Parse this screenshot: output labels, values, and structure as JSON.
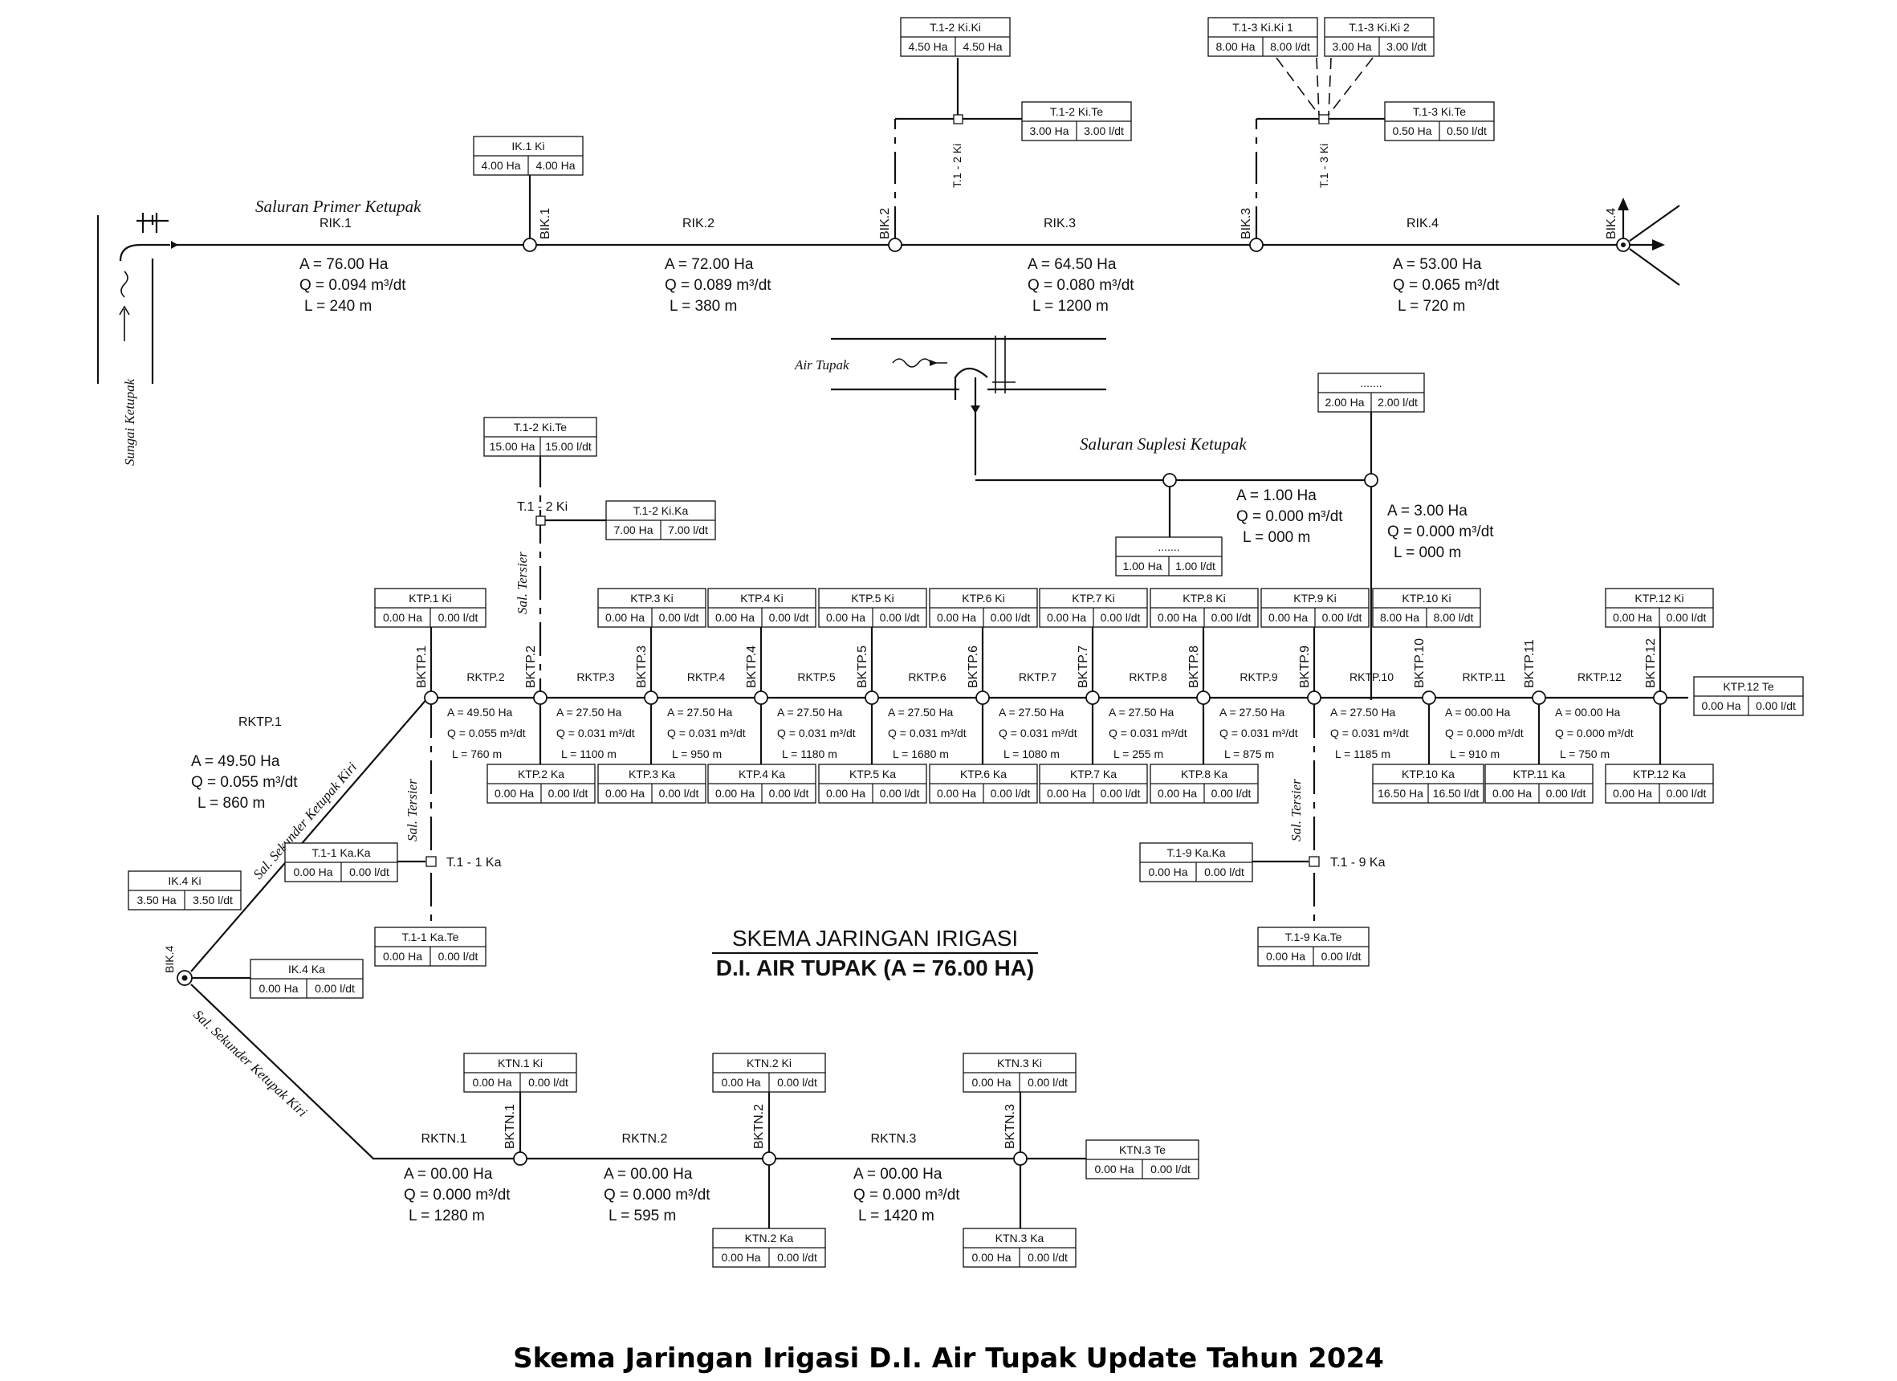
{
  "title": {
    "line1": "SKEMA JARINGAN IRIGASI",
    "line2": "D.I. AIR TUPAK (A = 76.00 HA)"
  },
  "footer": "Skema Jaringan Irigasi D.I. Air Tupak Update Tahun 2024",
  "channel_labels": {
    "primary": "Saluran Primer Ketupak",
    "river": "Sungai Ketupak",
    "source": "Air Tupak",
    "suplesi": "Saluran Suplesi Ketupak",
    "secondary_upper": "Sal. Sekunder Ketupak Kiri",
    "secondary_lower": "Sal. Sekunder Ketupak Kiri",
    "tersier_1": "Sal. Tersier",
    "tersier_2": "Sal. Tersier",
    "tersier_3": "Sal. Tersier"
  },
  "nodes": {
    "bik1": "BIK.1",
    "bik2": "BIK.2",
    "bik3": "BIK.3",
    "bik4": "BIK.4",
    "bik4_left": "BIK.4",
    "bktp": [
      "BKTP.1",
      "BKTP.2",
      "BKTP.3",
      "BKTP.4",
      "BKTP.5",
      "BKTP.6",
      "BKTP.7",
      "BKTP.8",
      "BKTP.9",
      "BKTP.10",
      "BKTP.11",
      "BKTP.12"
    ],
    "bktn": [
      "BKTN.1",
      "BKTN.2",
      "BKTN.3"
    ],
    "tersier": {
      "t12ki_top": "T.1 - 2 Ki",
      "t13ki": "T.1 - 3 Ki",
      "t12ki_mid": "T.1 - 2 Ki",
      "t11ka": "T.1 - 1 Ka",
      "t19ka": "T.1 - 9 Ka"
    }
  },
  "primary_segments": [
    {
      "name": "RIK.1",
      "A": "A = 76.00 Ha",
      "Q": "Q = 0.094 m³/dt",
      "L": "L = 240 m"
    },
    {
      "name": "RIK.2",
      "A": "A = 72.00 Ha",
      "Q": "Q = 0.089 m³/dt",
      "L": "L = 380 m"
    },
    {
      "name": "RIK.3",
      "A": "A = 64.50 Ha",
      "Q": "Q = 0.080 m³/dt",
      "L": "L = 1200 m"
    },
    {
      "name": "RIK.4",
      "A": "A = 53.00 Ha",
      "Q": "Q = 0.065 m³/dt",
      "L": "L = 720 m"
    }
  ],
  "suplesi_segments": [
    {
      "A": "A = 1.00 Ha",
      "Q": "Q = 0.000 m³/dt",
      "L": "L = 000 m"
    },
    {
      "A": "A = 3.00 Ha",
      "Q": "Q = 0.000 m³/dt",
      "L": "L = 000 m"
    }
  ],
  "rktp_segments": [
    {
      "name": "RKTP.1",
      "A": "A = 49.50 Ha",
      "Q": "Q = 0.055 m³/dt",
      "L": "L = 860 m"
    },
    {
      "name": "RKTP.2",
      "A": "A = 49.50 Ha",
      "Q": "Q = 0.055 m³/dt",
      "L": "L = 760 m"
    },
    {
      "name": "RKTP.3",
      "A": "A = 27.50 Ha",
      "Q": "Q = 0.031 m³/dt",
      "L": "L = 1100 m"
    },
    {
      "name": "RKTP.4",
      "A": "A = 27.50 Ha",
      "Q": "Q = 0.031 m³/dt",
      "L": "L = 950 m"
    },
    {
      "name": "RKTP.5",
      "A": "A = 27.50 Ha",
      "Q": "Q = 0.031 m³/dt",
      "L": "L = 1180 m"
    },
    {
      "name": "RKTP.6",
      "A": "A = 27.50 Ha",
      "Q": "Q = 0.031 m³/dt",
      "L": "L = 1680 m"
    },
    {
      "name": "RKTP.7",
      "A": "A = 27.50 Ha",
      "Q": "Q = 0.031 m³/dt",
      "L": "L = 1080 m"
    },
    {
      "name": "RKTP.8",
      "A": "A = 27.50 Ha",
      "Q": "Q = 0.031 m³/dt",
      "L": "L = 255 m"
    },
    {
      "name": "RKTP.9",
      "A": "A = 27.50 Ha",
      "Q": "Q = 0.031 m³/dt",
      "L": "L = 875 m"
    },
    {
      "name": "RKTP.10",
      "A": "A = 27.50 Ha",
      "Q": "Q = 0.031 m³/dt",
      "L": "L = 1185 m"
    },
    {
      "name": "RKTP.11",
      "A": "A = 00.00 Ha",
      "Q": "Q = 0.000 m³/dt",
      "L": "L = 910 m"
    },
    {
      "name": "RKTP.12",
      "A": "A = 00.00 Ha",
      "Q": "Q = 0.000 m³/dt",
      "L": "L = 750 m"
    }
  ],
  "rktn_segments": [
    {
      "name": "RKTN.1",
      "A": "A = 00.00 Ha",
      "Q": "Q = 0.000 m³/dt",
      "L": "L = 1280 m"
    },
    {
      "name": "RKTN.2",
      "A": "A = 00.00 Ha",
      "Q": "Q = 0.000 m³/dt",
      "L": "L = 595 m"
    },
    {
      "name": "RKTN.3",
      "A": "A = 00.00 Ha",
      "Q": "Q = 0.000 m³/dt",
      "L": "L = 1420 m"
    }
  ],
  "boxes": {
    "ik1ki": {
      "name": "IK.1 Ki",
      "area": "4.00 Ha",
      "flow": "4.00 Ha"
    },
    "t12kiki": {
      "name": "T.1-2 Ki.Ki",
      "area": "4.50 Ha",
      "flow": "4.50 Ha"
    },
    "t12kite_top": {
      "name": "T.1-2 Ki.Te",
      "area": "3.00 Ha",
      "flow": "3.00 l/dt"
    },
    "t13kiki1": {
      "name": "T.1-3 Ki.Ki 1",
      "area": "8.00 Ha",
      "flow": "8.00 l/dt"
    },
    "t13kiki2": {
      "name": "T.1-3 Ki.Ki 2",
      "area": "3.00 Ha",
      "flow": "3.00 l/dt"
    },
    "t13kite": {
      "name": "T.1-3 Ki.Te",
      "area": "0.50 Ha",
      "flow": "0.50 l/dt"
    },
    "sup1": {
      "name": ".......",
      "area": "2.00 Ha",
      "flow": "2.00 l/dt"
    },
    "sup2": {
      "name": ".......",
      "area": "1.00 Ha",
      "flow": "1.00 l/dt"
    },
    "t12kite_mid": {
      "name": "T.1-2 Ki.Te",
      "area": "15.00 Ha",
      "flow": "15.00 l/dt"
    },
    "t12kika": {
      "name": "T.1-2 Ki.Ka",
      "area": "7.00 Ha",
      "flow": "7.00 l/dt"
    },
    "ktp1ki": {
      "name": "KTP.1 Ki",
      "area": "0.00 Ha",
      "flow": "0.00 l/dt"
    },
    "ktp3ki": {
      "name": "KTP.3 Ki",
      "area": "0.00 Ha",
      "flow": "0.00 l/dt"
    },
    "ktp4ki": {
      "name": "KTP.4 Ki",
      "area": "0.00 Ha",
      "flow": "0.00 l/dt"
    },
    "ktp5ki": {
      "name": "KTP.5 Ki",
      "area": "0.00 Ha",
      "flow": "0.00 l/dt"
    },
    "ktp6ki": {
      "name": "KTP.6 Ki",
      "area": "0.00 Ha",
      "flow": "0.00 l/dt"
    },
    "ktp7ki": {
      "name": "KTP.7 Ki",
      "area": "0.00 Ha",
      "flow": "0.00 l/dt"
    },
    "ktp8ki": {
      "name": "KTP.8 Ki",
      "area": "0.00 Ha",
      "flow": "0.00 l/dt"
    },
    "ktp9ki": {
      "name": "KTP.9 Ki",
      "area": "0.00 Ha",
      "flow": "0.00 l/dt"
    },
    "ktp10ki": {
      "name": "KTP.10 Ki",
      "area": "8.00 Ha",
      "flow": "8.00 l/dt"
    },
    "ktp12ki": {
      "name": "KTP.12 Ki",
      "area": "0.00 Ha",
      "flow": "0.00 l/dt"
    },
    "ktp12te": {
      "name": "KTP.12 Te",
      "area": "0.00 Ha",
      "flow": "0.00 l/dt"
    },
    "ktp2ka": {
      "name": "KTP.2 Ka",
      "area": "0.00 Ha",
      "flow": "0.00 l/dt"
    },
    "ktp3ka": {
      "name": "KTP.3 Ka",
      "area": "0.00 Ha",
      "flow": "0.00 l/dt"
    },
    "ktp4ka": {
      "name": "KTP.4 Ka",
      "area": "0.00 Ha",
      "flow": "0.00 l/dt"
    },
    "ktp5ka": {
      "name": "KTP.5 Ka",
      "area": "0.00 Ha",
      "flow": "0.00 l/dt"
    },
    "ktp6ka": {
      "name": "KTP.6 Ka",
      "area": "0.00 Ha",
      "flow": "0.00 l/dt"
    },
    "ktp7ka": {
      "name": "KTP.7 Ka",
      "area": "0.00 Ha",
      "flow": "0.00 l/dt"
    },
    "ktp8ka": {
      "name": "KTP.8 Ka",
      "area": "0.00 Ha",
      "flow": "0.00 l/dt"
    },
    "ktp10ka": {
      "name": "KTP.10 Ka",
      "area": "16.50 Ha",
      "flow": "16.50 l/dt"
    },
    "ktp11ka": {
      "name": "KTP.11 Ka",
      "area": "0.00 Ha",
      "flow": "0.00 l/dt"
    },
    "ktp12ka": {
      "name": "KTP.12 Ka",
      "area": "0.00 Ha",
      "flow": "0.00 l/dt"
    },
    "t11kaka": {
      "name": "T.1-1 Ka.Ka",
      "area": "0.00 Ha",
      "flow": "0.00 l/dt"
    },
    "t11kate": {
      "name": "T.1-1 Ka.Te",
      "area": "0.00 Ha",
      "flow": "0.00 l/dt"
    },
    "t19kaka": {
      "name": "T.1-9 Ka.Ka",
      "area": "0.00 Ha",
      "flow": "0.00 l/dt"
    },
    "t19kate": {
      "name": "T.1-9 Ka.Te",
      "area": "0.00 Ha",
      "flow": "0.00 l/dt"
    },
    "ik4ki": {
      "name": "IK.4 Ki",
      "area": "3.50 Ha",
      "flow": "3.50 l/dt"
    },
    "ik4ka": {
      "name": "IK.4 Ka",
      "area": "0.00 Ha",
      "flow": "0.00 l/dt"
    },
    "ktn1ki": {
      "name": "KTN.1 Ki",
      "area": "0.00 Ha",
      "flow": "0.00 l/dt"
    },
    "ktn2ki": {
      "name": "KTN.2 Ki",
      "area": "0.00 Ha",
      "flow": "0.00 l/dt"
    },
    "ktn3ki": {
      "name": "KTN.3 Ki",
      "area": "0.00 Ha",
      "flow": "0.00 l/dt"
    },
    "ktn3te": {
      "name": "KTN.3 Te",
      "area": "0.00 Ha",
      "flow": "0.00 l/dt"
    },
    "ktn2ka": {
      "name": "KTN.2 Ka",
      "area": "0.00 Ha",
      "flow": "0.00 l/dt"
    },
    "ktn3ka": {
      "name": "KTN.3 Ka",
      "area": "0.00 Ha",
      "flow": "0.00 l/dt"
    }
  }
}
